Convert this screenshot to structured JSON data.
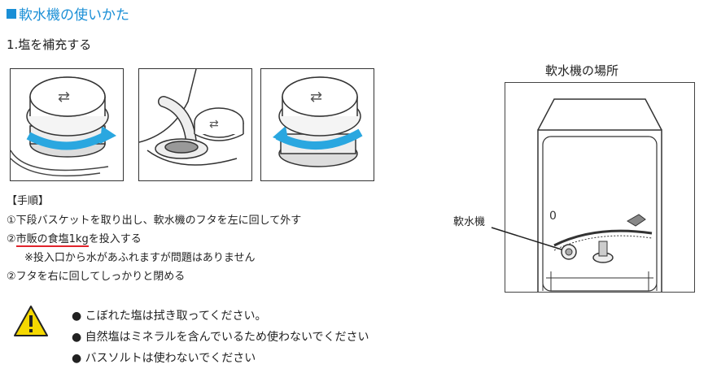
{
  "title": "軟水機の使いかた",
  "step_heading": "1.塩を補充する",
  "procedure": {
    "heading": "【手順】",
    "line1": "①下段バスケットを取り出し、軟水機のフタを左に回して外す",
    "line2_prefix": "②",
    "line2_underlined": "市販の食塩1kg",
    "line2_suffix": "を投入する",
    "line3": "※投入口から水があふれますが問題はありません",
    "line4": "②フタを右に回してしっかりと閉める"
  },
  "location": {
    "title": "軟水機の場所",
    "label": "軟水機"
  },
  "warnings": [
    "● こぼれた塩は拭き取ってください。",
    "● 自然塩はミネラルを含んでいるため使わないでください",
    "● バスソルトは使わないでください"
  ],
  "colors": {
    "title_blue": "#1a8fd6",
    "arrow_blue": "#2aa7e0",
    "underline_red": "#e0242b",
    "warning_yellow": "#f5d800"
  },
  "icons": [
    "square-bullet-icon",
    "warning-triangle-icon"
  ]
}
